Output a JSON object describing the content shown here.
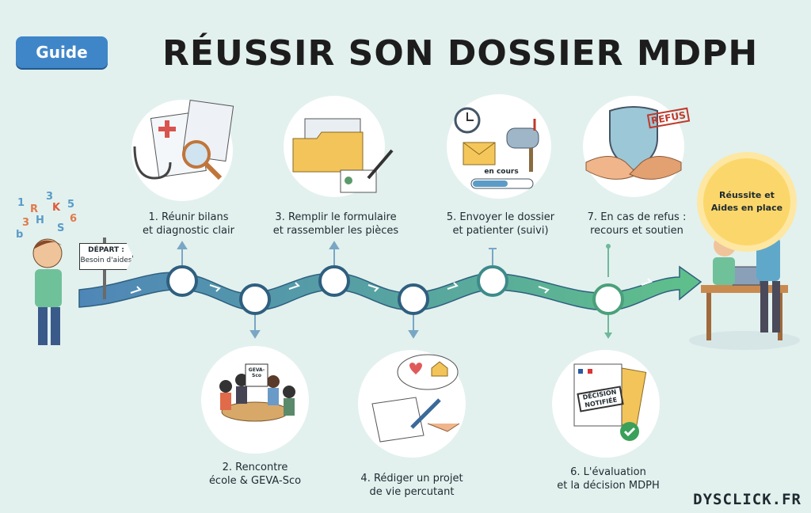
{
  "badge": {
    "label": "Guide"
  },
  "title": "RÉUSSIR SON DOSSIER MDPH",
  "start_sign": {
    "line1": "DÉPART :",
    "line2": "Besoin d'aides"
  },
  "steps": [
    {
      "line1": "1. Réunir bilans",
      "line2": "et diagnostic clair"
    },
    {
      "line1": "2. Rencontre",
      "line2": "école & GEVA-Sco"
    },
    {
      "line1": "3. Remplir le formulaire",
      "line2": "et rassembler les pièces"
    },
    {
      "line1": "4. Rédiger un projet",
      "line2": "de vie percutant"
    },
    {
      "line1": "5. Envoyer le dossier",
      "line2": "et patienter (suivi)"
    },
    {
      "line1": "6. L'évaluation",
      "line2": "et la décision MDPH"
    },
    {
      "line1": "7. En cas de refus :",
      "line2": "recours et soutien"
    }
  ],
  "illustration_text": {
    "geva_sheet": "GEVA-Sco",
    "status": "en cours",
    "stamp_refus": "REFUS",
    "stamp_decision": "DÉCISION NOTIFIÉE"
  },
  "finish": {
    "line1": "Réussite et",
    "line2": "Aides en place"
  },
  "brand": "DYSCLICK.FR",
  "colors": {
    "background": "#e2f1ee",
    "path_start": "#4f86b8",
    "path_end": "#5fc08a",
    "badge": "#3f86c9",
    "sun": "#fbd76b"
  }
}
